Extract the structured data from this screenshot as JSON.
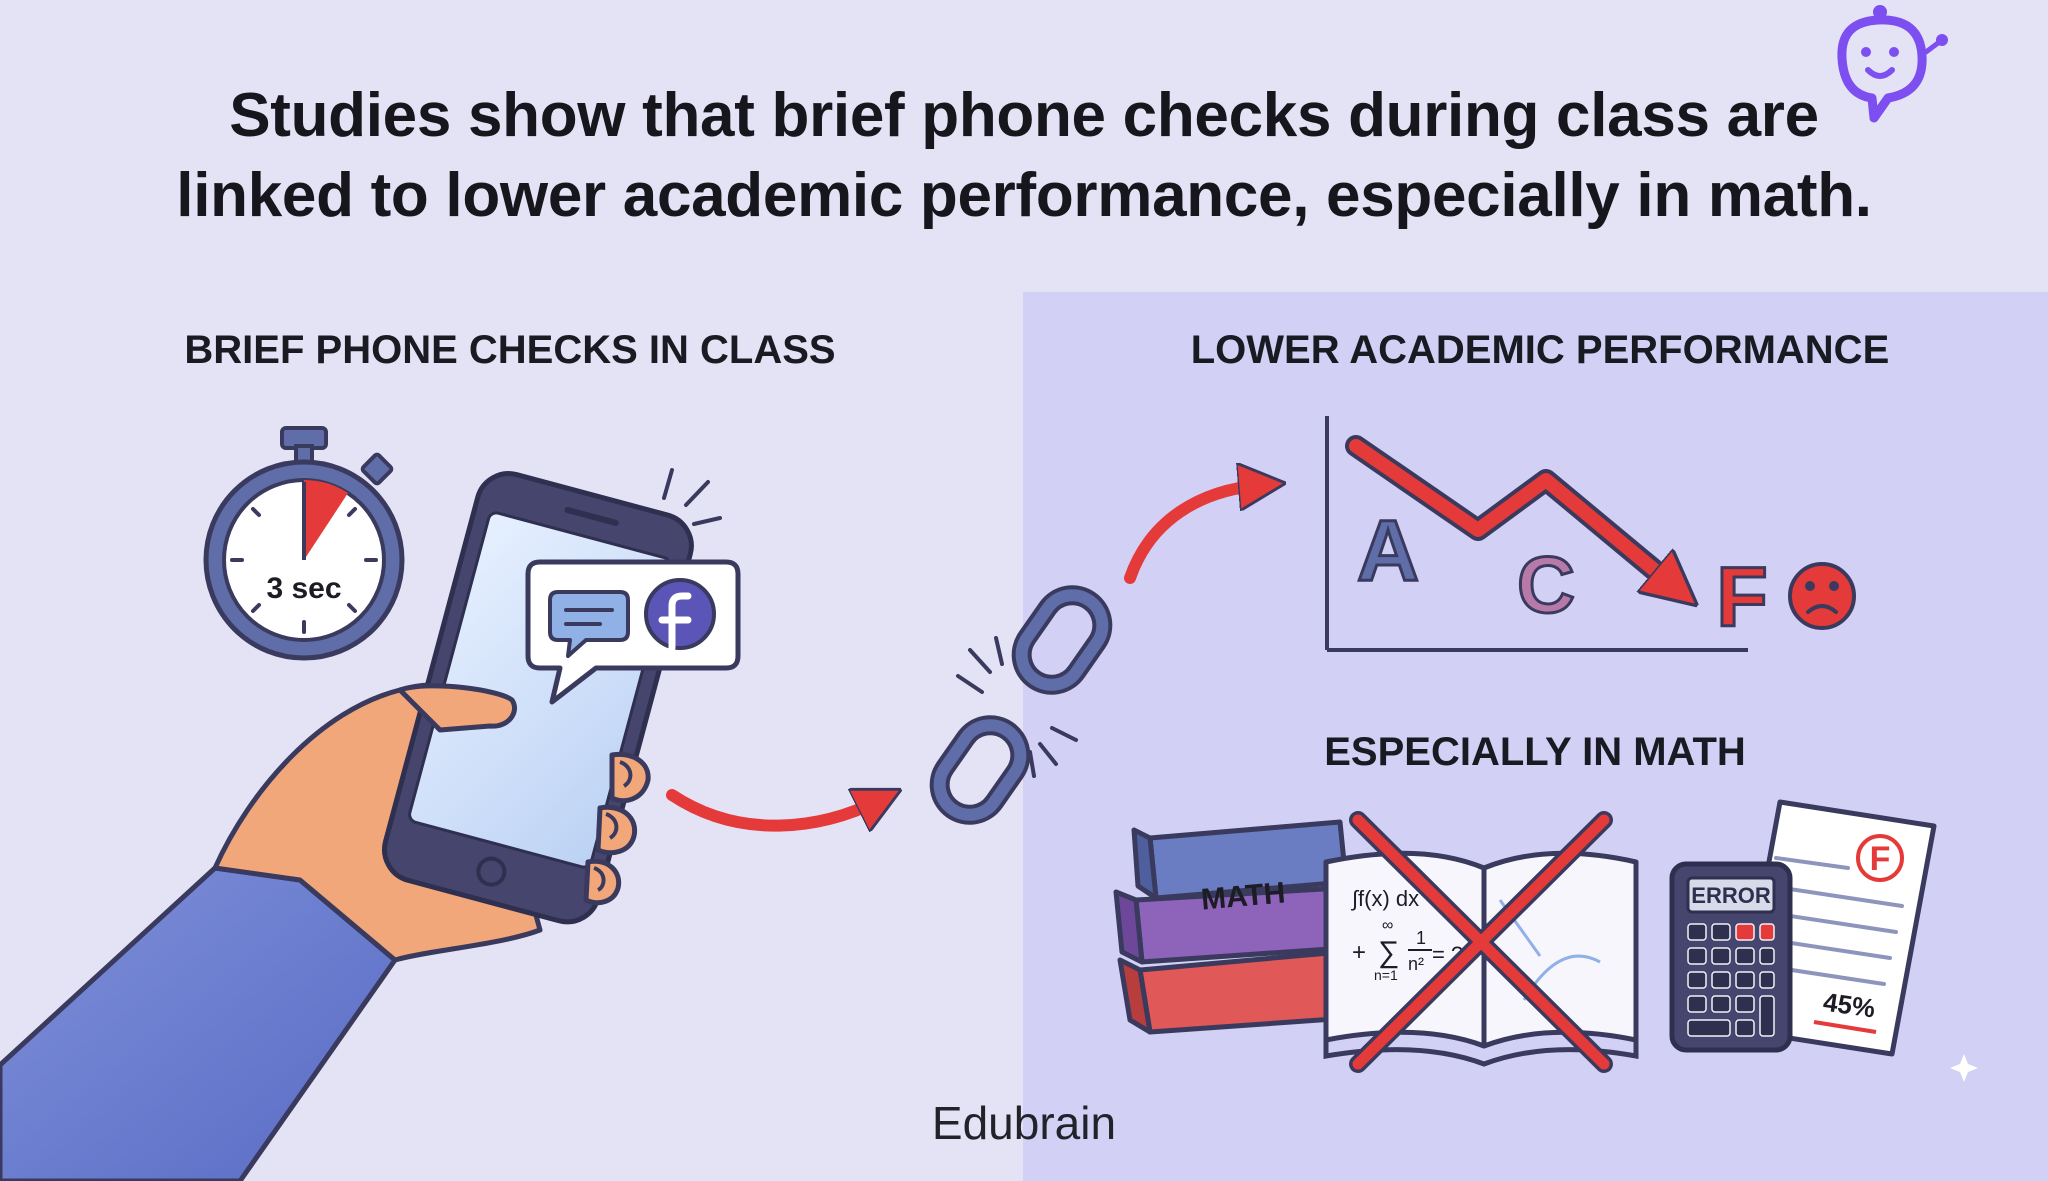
{
  "headline": {
    "line1": "Studies show that brief phone checks during class are",
    "line2": "linked to lower academic performance, especially in math."
  },
  "cause": {
    "title": "BRIEF PHONE CHECKS IN CLASS",
    "stopwatch_label": "3 sec"
  },
  "effect": {
    "title": "LOWER ACADEMIC PERFORMANCE",
    "grades": [
      "A",
      "C",
      "F"
    ]
  },
  "math": {
    "title": "ESPECIALLY IN MATH",
    "book_label": "MATH",
    "formula_integral": "∫f(x) dx",
    "formula_sum_top": "∞",
    "formula_sum_bottom": "n=1",
    "formula_fraction_top": "1",
    "formula_fraction_bottom": "n²",
    "formula_equals": "= ?",
    "formula_plus": "+",
    "calculator_display": "ERROR",
    "test_grade": "F",
    "test_score": "45%"
  },
  "brand": "Edubrain",
  "colors": {
    "background": "#e4e3f6",
    "panel": "#d3d0f6",
    "outline": "#3a3a5e",
    "accent_red": "#e53a3a",
    "accent_purple": "#7d4ef0",
    "steel_blue": "#5f6da8"
  },
  "icons": [
    "mascot-icon",
    "stopwatch-icon",
    "smartphone-icon",
    "chat-bubble-icon",
    "facebook-icon",
    "broken-chain-icon",
    "sad-face-icon",
    "calculator-icon",
    "test-paper-icon"
  ]
}
